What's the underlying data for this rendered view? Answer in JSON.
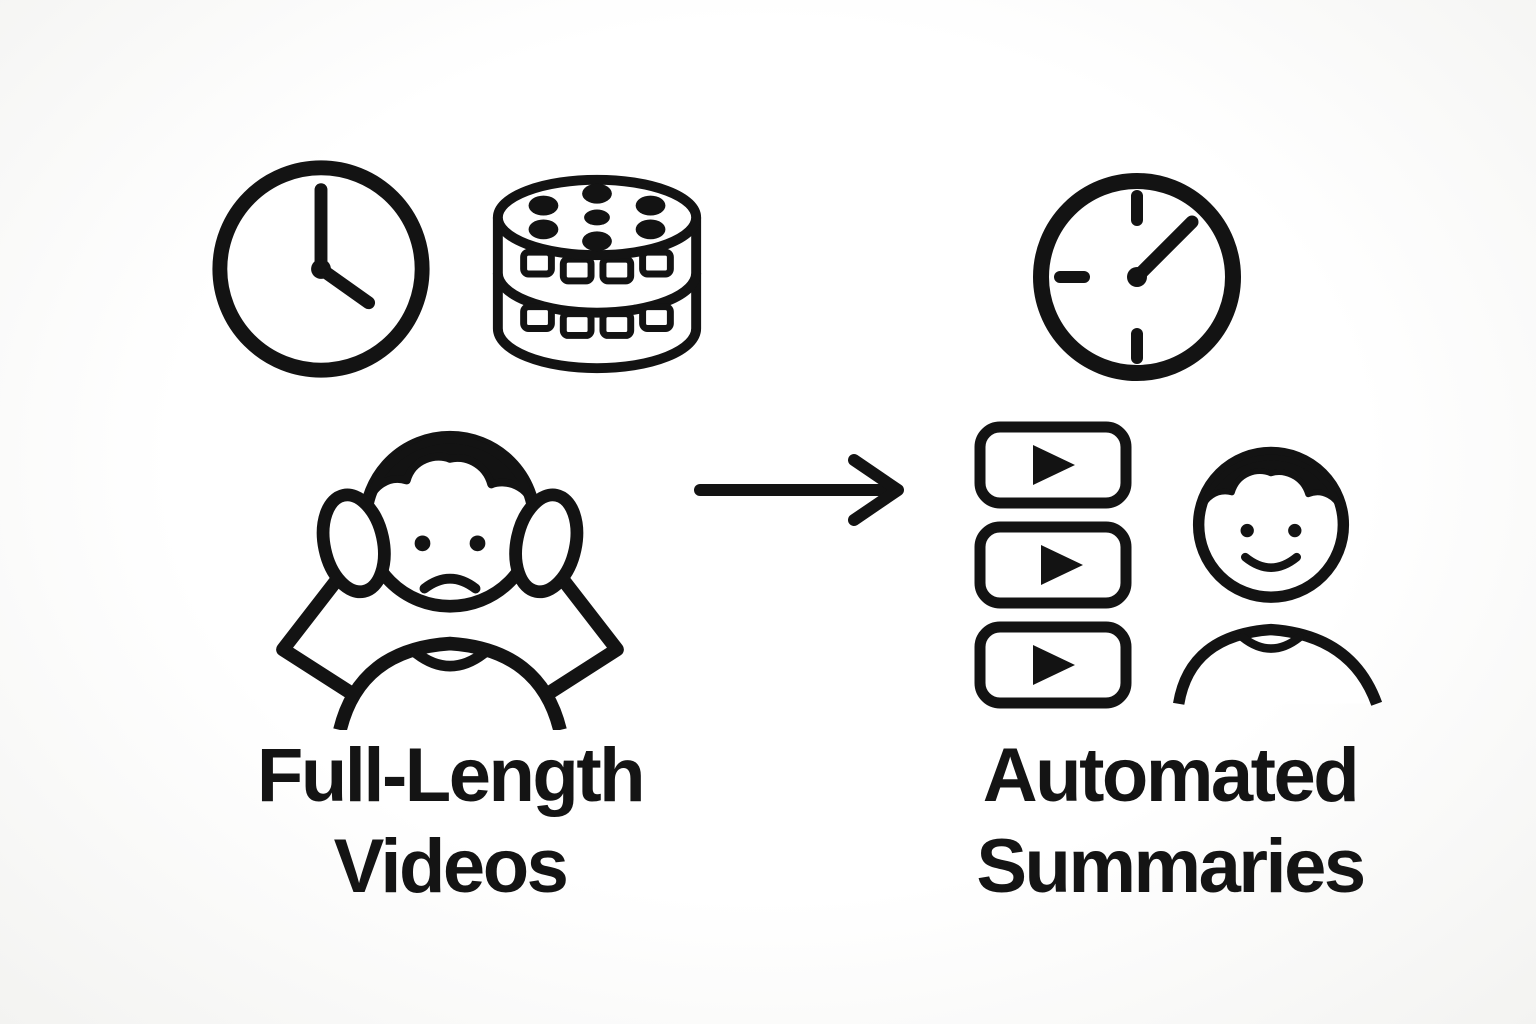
{
  "colors": {
    "background": "#fdfdfd",
    "ink": "#131313"
  },
  "before": {
    "label_line1": "Full-Length",
    "label_line2": "Videos",
    "icons": [
      "clock-icon",
      "film-reel-stack-icon",
      "stressed-person-icon"
    ]
  },
  "after": {
    "label_line1": "Automated",
    "label_line2": "Summaries",
    "icons": [
      "short-time-clock-icon",
      "video-summary-list-icon",
      "happy-person-icon"
    ],
    "summary_thumbnails_count": 3
  },
  "arrow": {
    "direction": "right"
  }
}
